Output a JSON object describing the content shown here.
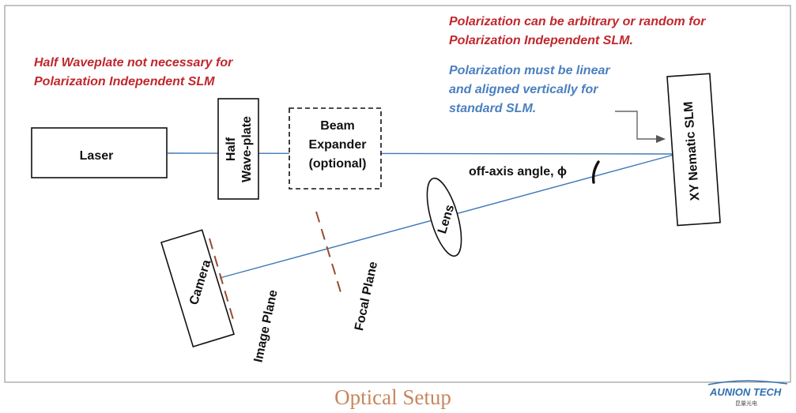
{
  "notes": {
    "half_waveplate_line1": "Half Waveplate not necessary for",
    "half_waveplate_line2": "Polarization Independent SLM",
    "arbitrary_line1": "Polarization can be arbitrary or random for",
    "arbitrary_line2": "Polarization Independent SLM.",
    "linear_line1": "Polarization must be linear",
    "linear_line2": "and aligned vertically for",
    "linear_line3": "standard SLM."
  },
  "components": {
    "laser": "Laser",
    "waveplate_line1": "Half",
    "waveplate_line2": "Wave-plate",
    "expander_line1": "Beam",
    "expander_line2": "Expander",
    "expander_line3": "(optional)",
    "slm": "XY Nematic SLM",
    "lens": "Lens",
    "camera": "Camera",
    "image_plane": "Image Plane",
    "focal_plane": "Focal Plane",
    "off_axis": "off-axis angle, ϕ"
  },
  "caption": "Optical Setup",
  "logo": {
    "name": "AUNION TECH",
    "sub": "昆量光电"
  },
  "colors": {
    "note_red": "#c0272d",
    "note_blue": "#4a7fbf",
    "beam": "#3f78b8",
    "planes": "#9a4a2c",
    "caption": "#c8865e"
  }
}
